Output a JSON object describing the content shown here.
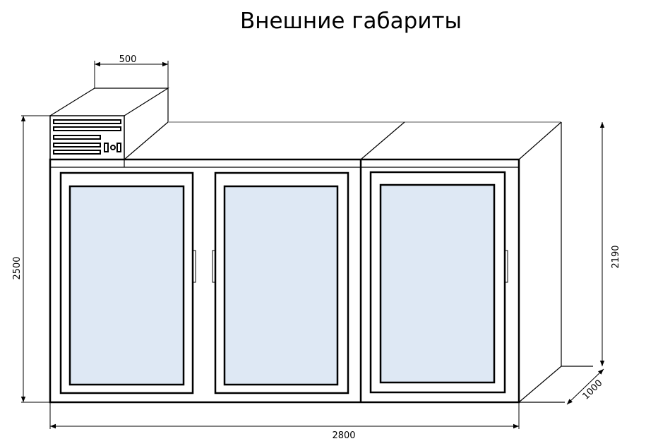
{
  "title": "Внешние габариты",
  "dimensions": {
    "compressor_width": "500",
    "total_height": "2500",
    "cabinet_height": "2190",
    "total_width": "2800",
    "depth": "1000"
  },
  "colors": {
    "glass": "#dee8f4",
    "line": "#000000"
  }
}
